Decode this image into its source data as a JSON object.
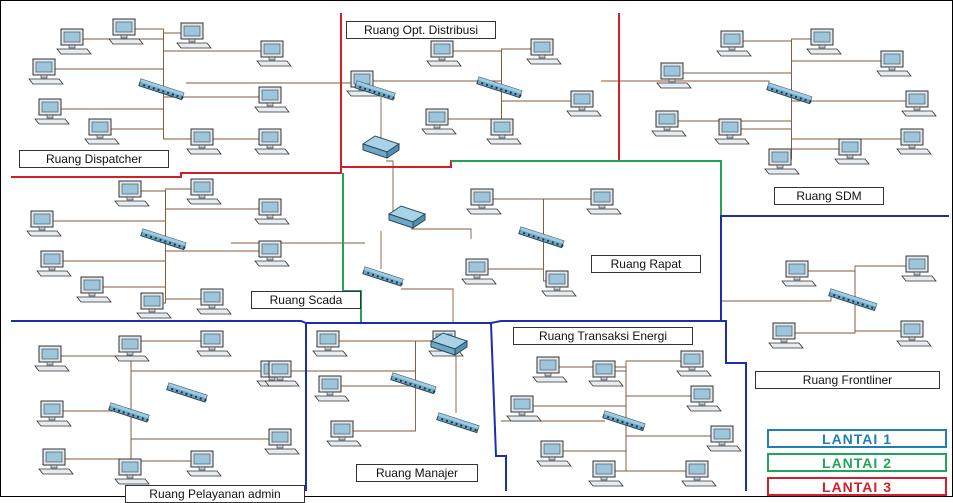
{
  "rooms": {
    "dispatcher": "Ruang Dispatcher",
    "opt_distribusi": "Ruang Opt. Distribusi",
    "sdm": "Ruang SDM",
    "scada": "Ruang Scada",
    "rapat": "Ruang Rapat",
    "frontliner": "Ruang Frontliner",
    "transaksi": "Ruang Transaksi Energi",
    "manajer": "Ruang Manajer",
    "pelayanan": "Ruang Pelayanan admin"
  },
  "legend": {
    "lantai1": {
      "label": "LANTAI 1",
      "color": "#1f7fb6"
    },
    "lantai2": {
      "label": "LANTAI 2",
      "color": "#1fa65a"
    },
    "lantai3": {
      "label": "LANTAI 3",
      "color": "#d4202a"
    }
  },
  "colors": {
    "floor1_border": "#1a2fa8",
    "floor2_border": "#22a455",
    "floor3_border": "#d01f26",
    "cable": "#8a5a3a",
    "device": "#6fa8c7"
  }
}
